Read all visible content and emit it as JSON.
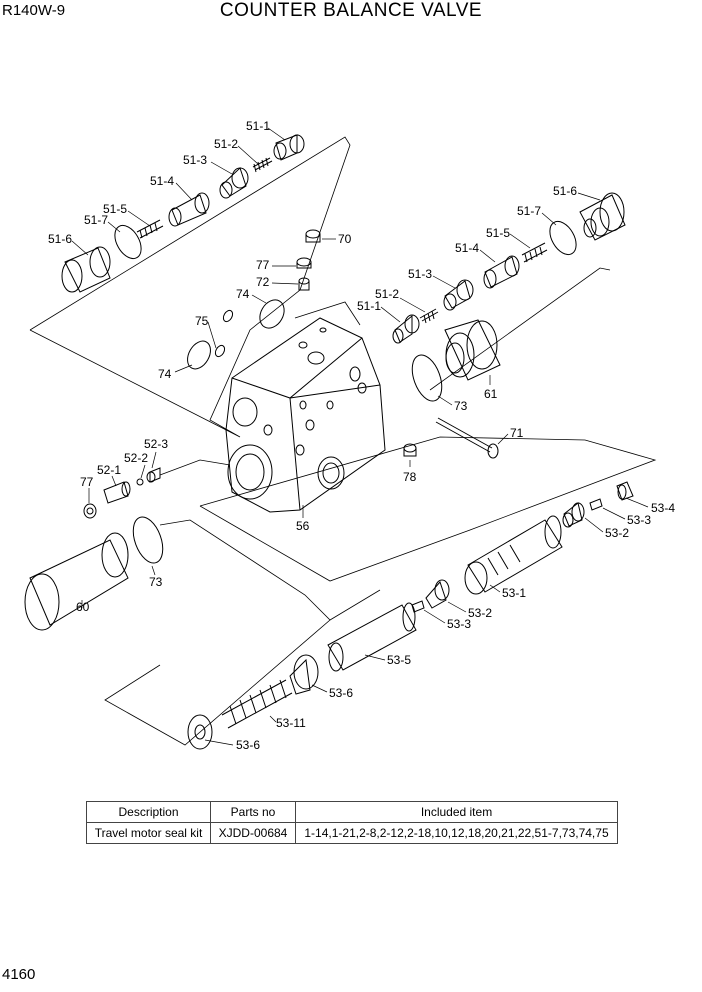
{
  "header": {
    "model": "R140W-9",
    "title": "COUNTER BALANCE VALVE"
  },
  "footer": {
    "page_number": "4160"
  },
  "callouts": {
    "c51_1a": "51-1",
    "c51_2a": "51-2",
    "c51_3a": "51-3",
    "c51_4a": "51-4",
    "c51_5a": "51-5",
    "c51_7a": "51-7",
    "c51_6a": "51-6",
    "c51_6b": "51-6",
    "c51_7b": "51-7",
    "c51_5b": "51-5",
    "c51_4b": "51-4",
    "c51_3b": "51-3",
    "c51_2b": "51-2",
    "c51_1b": "51-1",
    "c70": "70",
    "c77a": "77",
    "c72": "72",
    "c74a": "74",
    "c75": "75",
    "c74b": "74",
    "c73a": "73",
    "c61": "61",
    "c71": "71",
    "c78": "78",
    "c56": "56",
    "c52_3": "52-3",
    "c52_2": "52-2",
    "c52_1": "52-1",
    "c77b": "77",
    "c73b": "73",
    "c60": "60",
    "c53_4": "53-4",
    "c53_3a": "53-3",
    "c53_2a": "53-2",
    "c53_1": "53-1",
    "c53_2b": "53-2",
    "c53_3b": "53-3",
    "c53_5": "53-5",
    "c53_6a": "53-6",
    "c53_11": "53-11",
    "c53_6b": "53-6"
  },
  "kit_table": {
    "headers": [
      "Description",
      "Parts no",
      "Included item"
    ],
    "rows": [
      [
        "Travel motor seal kit",
        "XJDD-00684",
        "1-14,1-21,2-8,2-12,2-18,10,12,18,20,21,22,51-7,73,74,75"
      ]
    ]
  }
}
